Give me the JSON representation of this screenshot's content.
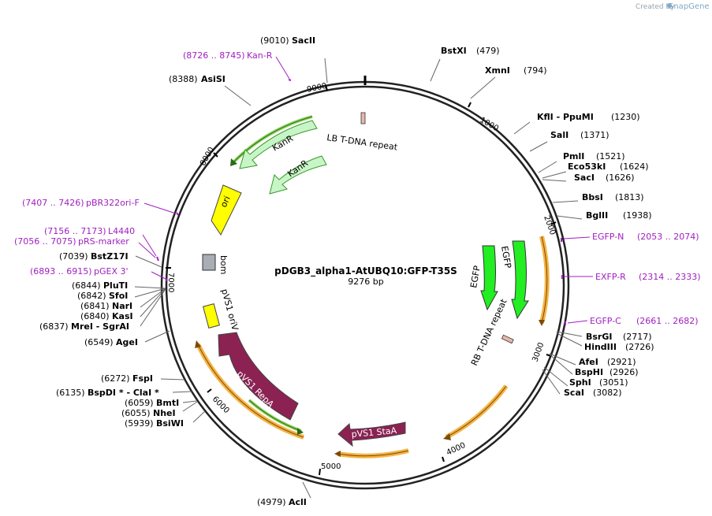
{
  "credit": {
    "prefix": "Created by",
    "brand": "SnapGene"
  },
  "plasmid": {
    "name": "pDGB3_alpha1-AtUBQ10:GFP-T35S",
    "size": "9276 bp"
  },
  "ticks": [
    "1000",
    "2000",
    "3000",
    "4000",
    "5000",
    "6000",
    "7000",
    "8000",
    "9000"
  ],
  "enzymes": [
    {
      "name": "SacII",
      "pos": "(9010)"
    },
    {
      "name": "AsiSI",
      "pos": "(8388)"
    },
    {
      "name": "BstXI",
      "pos": "(479)"
    },
    {
      "name": "XmnI",
      "pos": "(794)"
    },
    {
      "name": "KflI  - PpuMI",
      "pos": "(1230)"
    },
    {
      "name": "SalI",
      "pos": "(1371)"
    },
    {
      "name": "PmlI",
      "pos": "(1521)"
    },
    {
      "name": "Eco53kI",
      "pos": "(1624)"
    },
    {
      "name": "SacI",
      "pos": "(1626)"
    },
    {
      "name": "BbsI",
      "pos": "(1813)"
    },
    {
      "name": "BglII",
      "pos": "(1938)"
    },
    {
      "name": "BsrGI",
      "pos": "(2717)"
    },
    {
      "name": "HindIII",
      "pos": "(2726)"
    },
    {
      "name": "AfeI",
      "pos": "(2921)"
    },
    {
      "name": "BspHI",
      "pos": "(2926)"
    },
    {
      "name": "SphI",
      "pos": "(3051)"
    },
    {
      "name": "ScaI",
      "pos": "(3082)"
    },
    {
      "name": "AclI",
      "pos": "(4979)"
    },
    {
      "name": "BsiWI",
      "pos": "(5939)"
    },
    {
      "name": "NheI",
      "pos": "(6055)"
    },
    {
      "name": "BmtI",
      "pos": "(6059)"
    },
    {
      "name": "BspDI * - ClaI *",
      "pos": "(6135)"
    },
    {
      "name": "FspI",
      "pos": "(6272)"
    },
    {
      "name": "AgeI",
      "pos": "(6549)"
    },
    {
      "name": "MreI  - SgrAI",
      "pos": "(6837)"
    },
    {
      "name": "KasI",
      "pos": "(6840)"
    },
    {
      "name": "NarI",
      "pos": "(6841)"
    },
    {
      "name": "SfoI",
      "pos": "(6842)"
    },
    {
      "name": "PluTI",
      "pos": "(6844)"
    },
    {
      "name": "BstZ17I",
      "pos": "(7039)"
    }
  ],
  "primers": [
    {
      "range": "(8726 .. 8745)",
      "name": "Kan-R"
    },
    {
      "range": "(7407 .. 7426)",
      "name": "pBR322ori-F"
    },
    {
      "range": "(7156 .. 7173)",
      "name": "L4440"
    },
    {
      "range": "(7056 .. 7075)",
      "name": "pRS-marker"
    },
    {
      "range": "(6893 .. 6915)",
      "name": "pGEX 3'"
    },
    {
      "name": "EGFP-N",
      "range": "(2053 .. 2074)"
    },
    {
      "name": "EXFP-R",
      "range": "(2314 .. 2333)"
    },
    {
      "name": "EGFP-C",
      "range": "(2661 .. 2682)"
    }
  ],
  "features": {
    "lb": "LB T-DNA repeat",
    "kanr1": "KanR",
    "kanr2": "KanR",
    "ori": "ori",
    "bom": "bom",
    "pvs1ori": "pVS1 oriV",
    "pvs1repa": "pVS1 RepA",
    "pvs1staa": "pVS1 StaA",
    "egfp1": "EGFP",
    "egfp2": "EGFP",
    "rb": "RB T-DNA repeat"
  },
  "colors": {
    "kanr": "#c8f5c8",
    "kanr_line": "#3a9a2a",
    "ori": "#ffff00",
    "egfp": "#22ee22",
    "pvs1": "#8b2252",
    "bom": "#a9aeb6",
    "orange": "#f5b342",
    "primer": "#a020c0",
    "repeat": "#e8b8a8"
  }
}
